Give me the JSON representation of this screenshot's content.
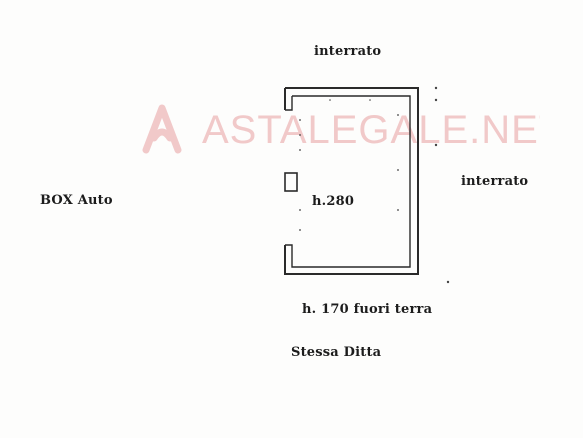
{
  "watermark": {
    "text": "ASTALEGALE.NET",
    "color": "#f1c9c9"
  },
  "labels": {
    "interrato_top": "interrato",
    "interrato_right": "interrato",
    "box_auto": "BOX Auto",
    "height_inside": "h.280",
    "height_outside": "h. 170 fuori terra",
    "stessa_ditta": "Stessa Ditta"
  },
  "colors": {
    "ink": "#1c1c1c",
    "paper": "#fdfdfc"
  }
}
